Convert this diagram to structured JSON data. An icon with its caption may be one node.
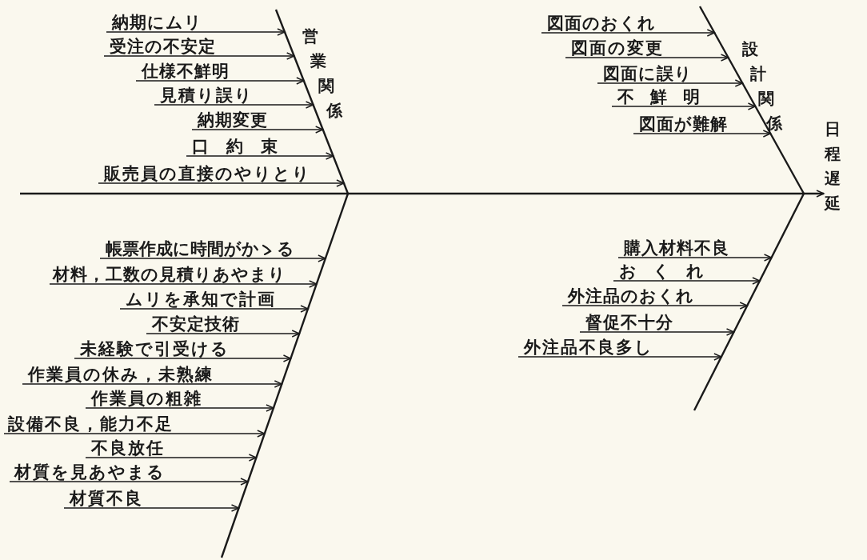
{
  "diagram": {
    "nodes": [
      {
        "text": [
          "納期にムリ"
        ]
      },
      {
        "text": [
          "受注の不安定"
        ]
      },
      {
        "text": [
          "仕様不鮮明"
        ]
      },
      {
        "text": [
          "見積り誤り"
        ]
      },
      {
        "text": [
          "納期変更"
        ]
      },
      {
        "text": [
          "口約束"
        ]
      },
      {
        "text": [
          "販売員の直接のやりとり"
        ]
      },
      {
        "text": [],
        "shape": "bar"
      },
      {
        "text": [
          "図面のおくれ"
        ]
      },
      {
        "text": [
          "図面の変更"
        ]
      },
      {
        "text": [
          "図面に誤り"
        ]
      },
      {
        "text": [
          "不鮮明"
        ]
      },
      {
        "text": [
          "図面が難解"
        ]
      },
      {
        "text": [],
        "shape": "bar"
      },
      {
        "text": [
          "日程遅延"
        ]
      },
      {
        "text": [
          "帳票作成に時間がかゝる"
        ]
      },
      {
        "text": [
          "材料，工数の見積りあやまり"
        ]
      },
      {
        "text": [
          "ムリを承知で計画"
        ]
      },
      {
        "text": [
          "不安定技術"
        ]
      },
      {
        "text": [
          "未経験で引受ける"
        ]
      },
      {
        "text": [
          "作業員の休み，未熟練"
        ]
      },
      {
        "text": [
          "作業員の粗雑"
        ]
      },
      {
        "text": [
          "設備不良，能力不足"
        ]
      },
      {
        "text": [
          "不良放任"
        ]
      },
      {
        "text": [
          "材質を見あやまる"
        ]
      },
      {
        "text": [
          "材質不良"
        ]
      },
      {
        "text": [],
        "shape": "bar"
      },
      {
        "text": [
          "購入材料不良"
        ]
      },
      {
        "text": [
          "おくれ"
        ]
      },
      {
        "text": [
          "外注品のおくれ"
        ]
      },
      {
        "text": [
          "督促不十分"
        ]
      },
      {
        "text": [
          "外注品不良多し"
        ]
      },
      {
        "text": [],
        "shape": "bar"
      }
    ],
    "edges": [
      {
        "from": 0,
        "to": 7,
        "arrow": "to"
      },
      {
        "from": 1,
        "to": 7,
        "arrow": "to"
      },
      {
        "from": 2,
        "to": 7,
        "arrow": "to"
      },
      {
        "from": 3,
        "to": 7,
        "arrow": "to"
      },
      {
        "from": 4,
        "to": 7,
        "arrow": "to"
      },
      {
        "from": 5,
        "to": 7,
        "arrow": "to"
      },
      {
        "from": 6,
        "to": 7,
        "arrow": "to"
      },
      {
        "from": 8,
        "to": 13,
        "arrow": "to"
      },
      {
        "from": 9,
        "to": 13,
        "arrow": "to"
      },
      {
        "from": 10,
        "to": 13,
        "arrow": "to"
      },
      {
        "from": 11,
        "to": 13,
        "arrow": "to"
      },
      {
        "from": 12,
        "to": 13,
        "arrow": "to"
      },
      {
        "from": 15,
        "to": 26,
        "arrow": "to"
      },
      {
        "from": 16,
        "to": 26,
        "arrow": "to"
      },
      {
        "from": 17,
        "to": 26,
        "arrow": "to"
      },
      {
        "from": 18,
        "to": 26,
        "arrow": "to"
      },
      {
        "from": 19,
        "to": 26,
        "arrow": "to"
      },
      {
        "from": 20,
        "to": 26,
        "arrow": "to"
      },
      {
        "from": 21,
        "to": 26,
        "arrow": "to"
      },
      {
        "from": 22,
        "to": 26,
        "arrow": "to"
      },
      {
        "from": 23,
        "to": 26,
        "arrow": "to"
      },
      {
        "from": 24,
        "to": 26,
        "arrow": "to"
      },
      {
        "from": 25,
        "to": 26,
        "arrow": "to"
      },
      {
        "from": 27,
        "to": 32,
        "arrow": "to"
      },
      {
        "from": 28,
        "to": 32,
        "arrow": "to"
      },
      {
        "from": 29,
        "to": 32,
        "arrow": "to"
      },
      {
        "from": 30,
        "to": 32,
        "arrow": "to"
      },
      {
        "from": 31,
        "to": 32,
        "arrow": "to"
      },
      {
        "from": null,
        "to": 14,
        "arrow": "to"
      }
    ],
    "labels": [
      "営業関係",
      "設計関係"
    ]
  }
}
